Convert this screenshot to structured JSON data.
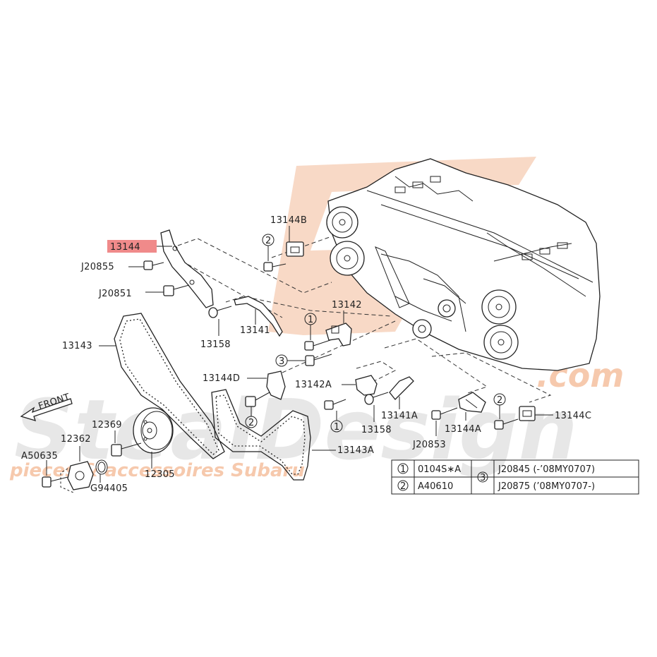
{
  "colors": {
    "watermark_logo": "#f8d9c6",
    "watermark_text": "#e3e3e3",
    "watermark_orange": "#f6c9ad",
    "highlight": "#f08a8a",
    "line": "#222222"
  },
  "watermark": {
    "brand": "StealDesign",
    "suffix": ".com",
    "tagline": "pieces & accessoires Subaru"
  },
  "front_label": "FRONT",
  "parts": {
    "p13144": "13144",
    "p13144B": "13144B",
    "pJ20855": "J20855",
    "pJ20851": "J20851",
    "p13158a": "13158",
    "p13141": "13141",
    "p13142": "13142",
    "p13143": "13143",
    "p13144D": "13144D",
    "p13142A": "13142A",
    "p13141A": "13141A",
    "p13158b": "13158",
    "pJ20853": "J20853",
    "p13144A": "13144A",
    "p13144C": "13144C",
    "p13143A": "13143A",
    "p12369": "12369",
    "p12362": "12362",
    "pA50635": "A50635",
    "p12305": "12305",
    "pG94405": "G94405"
  },
  "callouts": {
    "c1a": "1",
    "c1b": "1",
    "c2a": "2",
    "c2b": "2",
    "c2c": "2",
    "c3a": "3"
  },
  "legend": {
    "row1_key": "1",
    "row1_val": "0104S∗A",
    "row2_key": "2",
    "row2_val": "A40610",
    "row3_key": "3",
    "row3_val1": "J20845 (-’08MY0707)",
    "row3_val2": "J20875 (’08MY0707-)"
  }
}
